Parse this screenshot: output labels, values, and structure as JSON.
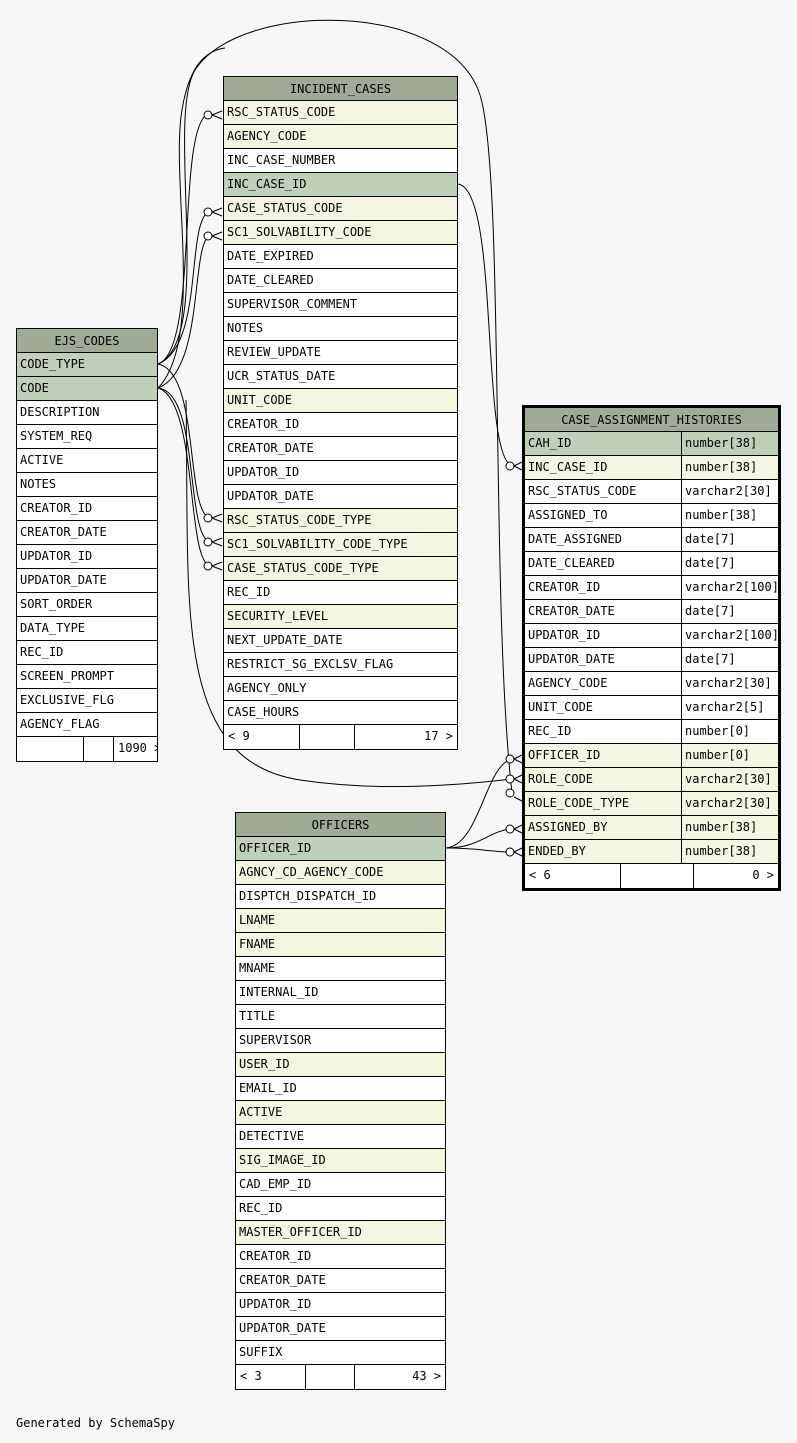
{
  "footer": "Generated by SchemaSpy",
  "colors": {
    "header": "#9eab95",
    "primary_key": "#bfd0b9",
    "foreign_key": "#f5f6df",
    "plain": "#ffffff",
    "background": "#f7f7f7"
  },
  "tables": {
    "incident_cases": {
      "name": "INCIDENT_CASES",
      "columns": [
        {
          "name": "RSC_STATUS_CODE",
          "kind": "fk"
        },
        {
          "name": "AGENCY_CODE",
          "kind": "fk"
        },
        {
          "name": "INC_CASE_NUMBER",
          "kind": "plain"
        },
        {
          "name": "INC_CASE_ID",
          "kind": "pk"
        },
        {
          "name": "CASE_STATUS_CODE",
          "kind": "fk"
        },
        {
          "name": "SC1_SOLVABILITY_CODE",
          "kind": "fk"
        },
        {
          "name": "DATE_EXPIRED",
          "kind": "plain"
        },
        {
          "name": "DATE_CLEARED",
          "kind": "plain"
        },
        {
          "name": "SUPERVISOR_COMMENT",
          "kind": "plain"
        },
        {
          "name": "NOTES",
          "kind": "plain"
        },
        {
          "name": "REVIEW_UPDATE",
          "kind": "plain"
        },
        {
          "name": "UCR_STATUS_DATE",
          "kind": "plain"
        },
        {
          "name": "UNIT_CODE",
          "kind": "fk"
        },
        {
          "name": "CREATOR_ID",
          "kind": "plain"
        },
        {
          "name": "CREATOR_DATE",
          "kind": "plain"
        },
        {
          "name": "UPDATOR_ID",
          "kind": "plain"
        },
        {
          "name": "UPDATOR_DATE",
          "kind": "plain"
        },
        {
          "name": "RSC_STATUS_CODE_TYPE",
          "kind": "fk"
        },
        {
          "name": "SC1_SOLVABILITY_CODE_TYPE",
          "kind": "fk"
        },
        {
          "name": "CASE_STATUS_CODE_TYPE",
          "kind": "fk"
        },
        {
          "name": "REC_ID",
          "kind": "plain"
        },
        {
          "name": "SECURITY_LEVEL",
          "kind": "fk"
        },
        {
          "name": "NEXT_UPDATE_DATE",
          "kind": "plain"
        },
        {
          "name": "RESTRICT_SG_EXCLSV_FLAG",
          "kind": "plain"
        },
        {
          "name": "AGENCY_ONLY",
          "kind": "plain"
        },
        {
          "name": "CASE_HOURS",
          "kind": "plain"
        }
      ],
      "footer": {
        "left": "< 9",
        "middle": "",
        "right": "17 >"
      }
    },
    "ejs_codes": {
      "name": "EJS_CODES",
      "columns": [
        {
          "name": "CODE_TYPE",
          "kind": "pk"
        },
        {
          "name": "CODE",
          "kind": "pk"
        },
        {
          "name": "DESCRIPTION",
          "kind": "plain"
        },
        {
          "name": "SYSTEM_REQ",
          "kind": "plain"
        },
        {
          "name": "ACTIVE",
          "kind": "plain"
        },
        {
          "name": "NOTES",
          "kind": "plain"
        },
        {
          "name": "CREATOR_ID",
          "kind": "plain"
        },
        {
          "name": "CREATOR_DATE",
          "kind": "plain"
        },
        {
          "name": "UPDATOR_ID",
          "kind": "plain"
        },
        {
          "name": "UPDATOR_DATE",
          "kind": "plain"
        },
        {
          "name": "SORT_ORDER",
          "kind": "plain"
        },
        {
          "name": "DATA_TYPE",
          "kind": "plain"
        },
        {
          "name": "REC_ID",
          "kind": "plain"
        },
        {
          "name": "SCREEN_PROMPT",
          "kind": "plain"
        },
        {
          "name": "EXCLUSIVE_FLG",
          "kind": "plain"
        },
        {
          "name": "AGENCY_FLAG",
          "kind": "plain"
        }
      ],
      "footer": {
        "left": "",
        "middle": "",
        "right": "1090 >"
      }
    },
    "case_assignment_histories": {
      "name": "CASE_ASSIGNMENT_HISTORIES",
      "columns": [
        {
          "name": "CAH_ID",
          "type": "number[38]",
          "kind": "pk"
        },
        {
          "name": "INC_CASE_ID",
          "type": "number[38]",
          "kind": "fk"
        },
        {
          "name": "RSC_STATUS_CODE",
          "type": "varchar2[30]",
          "kind": "plain"
        },
        {
          "name": "ASSIGNED_TO",
          "type": "number[38]",
          "kind": "plain"
        },
        {
          "name": "DATE_ASSIGNED",
          "type": "date[7]",
          "kind": "plain"
        },
        {
          "name": "DATE_CLEARED",
          "type": "date[7]",
          "kind": "plain"
        },
        {
          "name": "CREATOR_ID",
          "type": "varchar2[100]",
          "kind": "plain"
        },
        {
          "name": "CREATOR_DATE",
          "type": "date[7]",
          "kind": "plain"
        },
        {
          "name": "UPDATOR_ID",
          "type": "varchar2[100]",
          "kind": "plain"
        },
        {
          "name": "UPDATOR_DATE",
          "type": "date[7]",
          "kind": "plain"
        },
        {
          "name": "AGENCY_CODE",
          "type": "varchar2[30]",
          "kind": "plain"
        },
        {
          "name": "UNIT_CODE",
          "type": "varchar2[5]",
          "kind": "plain"
        },
        {
          "name": "REC_ID",
          "type": "number[0]",
          "kind": "plain"
        },
        {
          "name": "OFFICER_ID",
          "type": "number[0]",
          "kind": "fk"
        },
        {
          "name": "ROLE_CODE",
          "type": "varchar2[30]",
          "kind": "fk"
        },
        {
          "name": "ROLE_CODE_TYPE",
          "type": "varchar2[30]",
          "kind": "fk"
        },
        {
          "name": "ASSIGNED_BY",
          "type": "number[38]",
          "kind": "fk"
        },
        {
          "name": "ENDED_BY",
          "type": "number[38]",
          "kind": "fk"
        }
      ],
      "footer": {
        "left": "< 6",
        "middle": "",
        "right": "0 >"
      }
    },
    "officers": {
      "name": "OFFICERS",
      "columns": [
        {
          "name": "OFFICER_ID",
          "kind": "pk"
        },
        {
          "name": "AGNCY_CD_AGENCY_CODE",
          "kind": "fk"
        },
        {
          "name": "DISPTCH_DISPATCH_ID",
          "kind": "plain"
        },
        {
          "name": "LNAME",
          "kind": "fk"
        },
        {
          "name": "FNAME",
          "kind": "fk"
        },
        {
          "name": "MNAME",
          "kind": "plain"
        },
        {
          "name": "INTERNAL_ID",
          "kind": "plain"
        },
        {
          "name": "TITLE",
          "kind": "plain"
        },
        {
          "name": "SUPERVISOR",
          "kind": "plain"
        },
        {
          "name": "USER_ID",
          "kind": "fk"
        },
        {
          "name": "EMAIL_ID",
          "kind": "plain"
        },
        {
          "name": "ACTIVE",
          "kind": "fk"
        },
        {
          "name": "DETECTIVE",
          "kind": "plain"
        },
        {
          "name": "SIG_IMAGE_ID",
          "kind": "fk"
        },
        {
          "name": "CAD_EMP_ID",
          "kind": "plain"
        },
        {
          "name": "REC_ID",
          "kind": "plain"
        },
        {
          "name": "MASTER_OFFICER_ID",
          "kind": "fk"
        },
        {
          "name": "CREATOR_ID",
          "kind": "plain"
        },
        {
          "name": "CREATOR_DATE",
          "kind": "plain"
        },
        {
          "name": "UPDATOR_ID",
          "kind": "plain"
        },
        {
          "name": "UPDATOR_DATE",
          "kind": "plain"
        },
        {
          "name": "SUFFIX",
          "kind": "plain"
        }
      ],
      "footer": {
        "left": "< 3",
        "middle": "",
        "right": "43 >"
      }
    }
  }
}
